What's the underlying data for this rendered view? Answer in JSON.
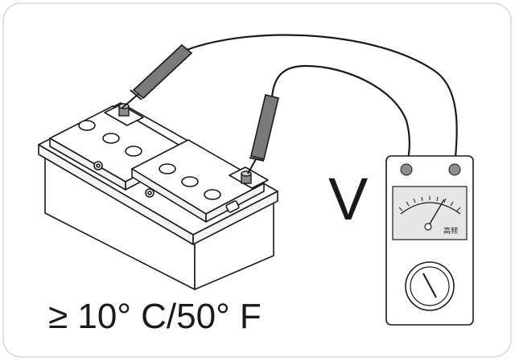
{
  "diagram": {
    "voltage_symbol": "V",
    "temperature_requirement": "≥ 10° C/50° F",
    "meter_face_label": "高频"
  },
  "colors": {
    "outline": "#1a1a1a",
    "probe_fill": "#7a7a7a",
    "terminal_fill": "#8c8c8c",
    "meter_face_fill": "#e6e6e6",
    "frame_stroke": "#d8d8d8"
  }
}
